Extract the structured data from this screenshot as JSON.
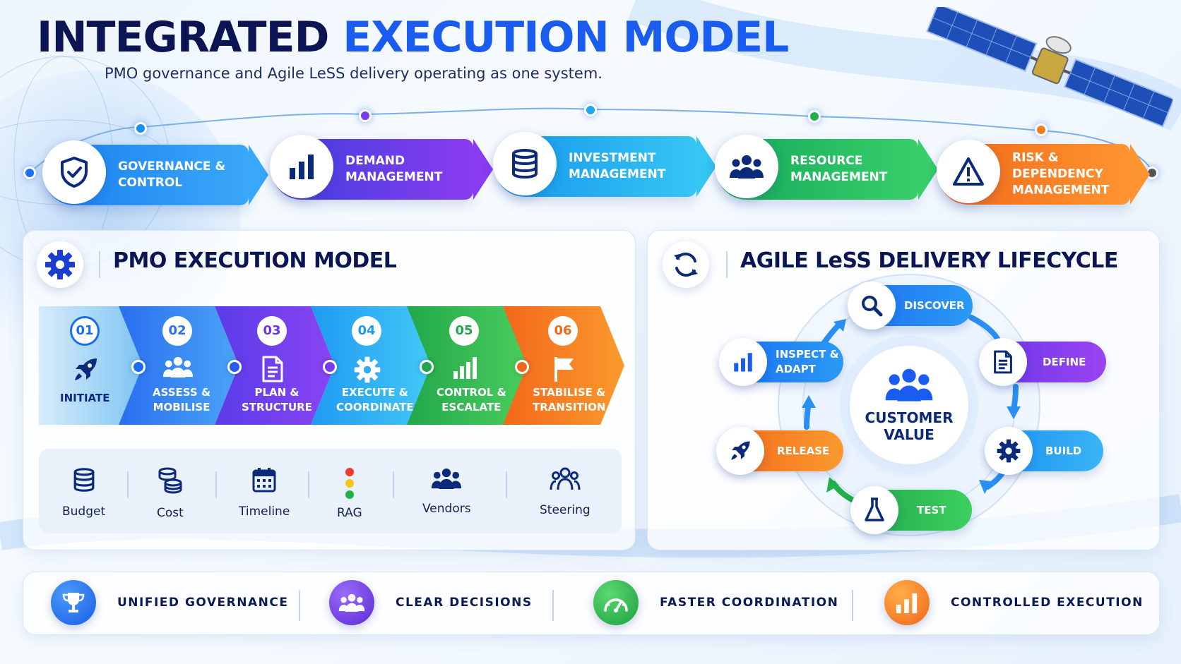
{
  "header": {
    "title_part1": "INTEGRATED",
    "title_part2": "EXECUTION MODEL",
    "subtitle": "PMO governance and Agile LeSS delivery operating as one system."
  },
  "pillars": [
    {
      "label_line1": "GOVERNANCE &",
      "label_line2": "CONTROL",
      "icon": "shield-check-icon",
      "color_from": "#1a7ff0",
      "color_to": "#3aa8f8"
    },
    {
      "label_line1": "DEMAND",
      "label_line2": "MANAGEMENT",
      "icon": "bar-chart-icon",
      "color_from": "#3b3fdc",
      "color_to": "#8a3cf0"
    },
    {
      "label_line1": "INVESTMENT",
      "label_line2": "MANAGEMENT",
      "icon": "database-icon",
      "color_from": "#1596ea",
      "color_to": "#36c6f4"
    },
    {
      "label_line1": "RESOURCE",
      "label_line2": "MANAGEMENT",
      "icon": "team-icon",
      "color_from": "#14a85a",
      "color_to": "#37cf6a"
    },
    {
      "label_line1": "RISK & DEPENDENCY",
      "label_line2": "MANAGEMENT",
      "icon": "warning-icon",
      "color_from": "#f06818",
      "color_to": "#ff9530"
    }
  ],
  "pmo": {
    "title": "PMO EXECUTION MODEL",
    "stages": [
      {
        "num": "01",
        "line1": "",
        "line2": "INITIATE",
        "icon": "rocket-icon",
        "color": "#3aa3ee"
      },
      {
        "num": "02",
        "line1": "ASSESS &",
        "line2": "MOBILISE",
        "icon": "team-icon",
        "color": "#2f7ff2"
      },
      {
        "num": "03",
        "line1": "PLAN &",
        "line2": "STRUCTURE",
        "icon": "document-icon",
        "color": "#7a3cf0"
      },
      {
        "num": "04",
        "line1": "EXECUTE &",
        "line2": "COORDINATE",
        "icon": "gear-icon",
        "color": "#25b0f0"
      },
      {
        "num": "05",
        "line1": "CONTROL &",
        "line2": "ESCALATE",
        "icon": "bar-chart-icon",
        "color": "#2fbf4a"
      },
      {
        "num": "06",
        "line1": "STABILISE &",
        "line2": "TRANSITION",
        "icon": "flag-icon",
        "color": "#f5741c"
      }
    ],
    "tools": [
      {
        "label": "Budget",
        "icon": "database-icon"
      },
      {
        "label": "Cost",
        "icon": "coins-icon"
      },
      {
        "label": "Timeline",
        "icon": "calendar-icon"
      },
      {
        "label": "RAG",
        "icon": "traffic-light-icon"
      },
      {
        "label": "Vendors",
        "icon": "team-icon"
      },
      {
        "label": "Steering",
        "icon": "steering-group-icon"
      }
    ]
  },
  "agile": {
    "title": "AGILE LeSS DELIVERY LIFECYCLE",
    "center_line1": "CUSTOMER",
    "center_line2": "VALUE",
    "steps": [
      {
        "label": "DISCOVER",
        "icon": "search-icon",
        "color": "#1e78f0"
      },
      {
        "label": "DEFINE",
        "icon": "document-icon",
        "color": "#7b3cf0"
      },
      {
        "label": "BUILD",
        "icon": "gear-icon",
        "color": "#1f9af2"
      },
      {
        "label": "TEST",
        "icon": "flask-icon",
        "color": "#2ebf4a"
      },
      {
        "label": "RELEASE",
        "icon": "rocket-icon",
        "color": "#f5721c"
      },
      {
        "label_line1": "INSPECT &",
        "label_line2": "ADAPT",
        "icon": "bar-chart-icon",
        "color": "#1f78f0"
      }
    ]
  },
  "benefits": [
    {
      "label": "UNIFIED GOVERNANCE",
      "icon": "trophy-icon",
      "color": "#1a6ff0"
    },
    {
      "label": "CLEAR DECISIONS",
      "icon": "team-icon",
      "color": "#6a36e6"
    },
    {
      "label": "FASTER COORDINATION",
      "icon": "speedometer-icon",
      "color": "#22b04a"
    },
    {
      "label": "CONTROLLED EXECUTION",
      "icon": "bar-chart-icon",
      "color": "#f5761c"
    }
  ]
}
